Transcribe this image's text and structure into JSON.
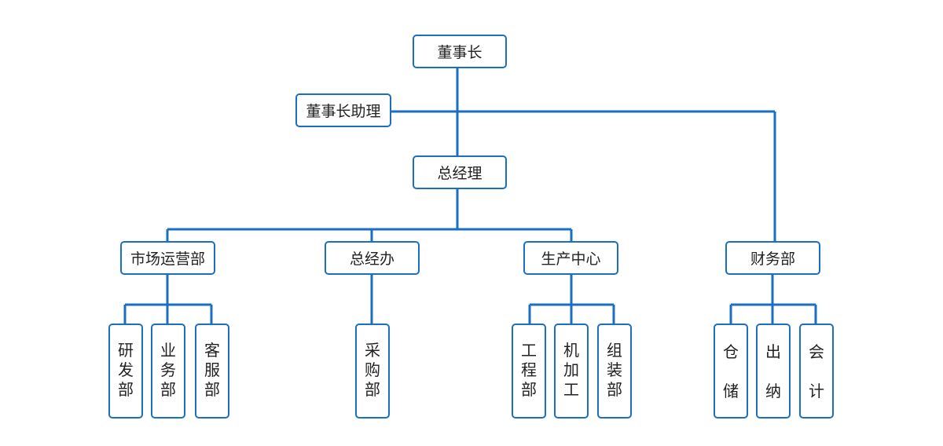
{
  "chart": {
    "chairman": "董事长",
    "chairman_assistant": "董事长助理",
    "general_manager": "总经理",
    "departments": {
      "marketing": "市场运营部",
      "general_office": "总经办",
      "production": "生产中心",
      "finance": "财务部"
    },
    "units": {
      "rnd": "研发部",
      "business": "业务部",
      "customer_service": "客服部",
      "purchasing": "采购部",
      "engineering": "工程部",
      "machining": "机加工",
      "assembly": "组装部",
      "warehouse": [
        "仓",
        "储"
      ],
      "cashier": [
        "出",
        "纳"
      ],
      "accounting": [
        "会",
        "计"
      ]
    }
  },
  "colors": {
    "line": "#1a6fc0",
    "border": "#1a6fc0",
    "text": "#222222"
  }
}
